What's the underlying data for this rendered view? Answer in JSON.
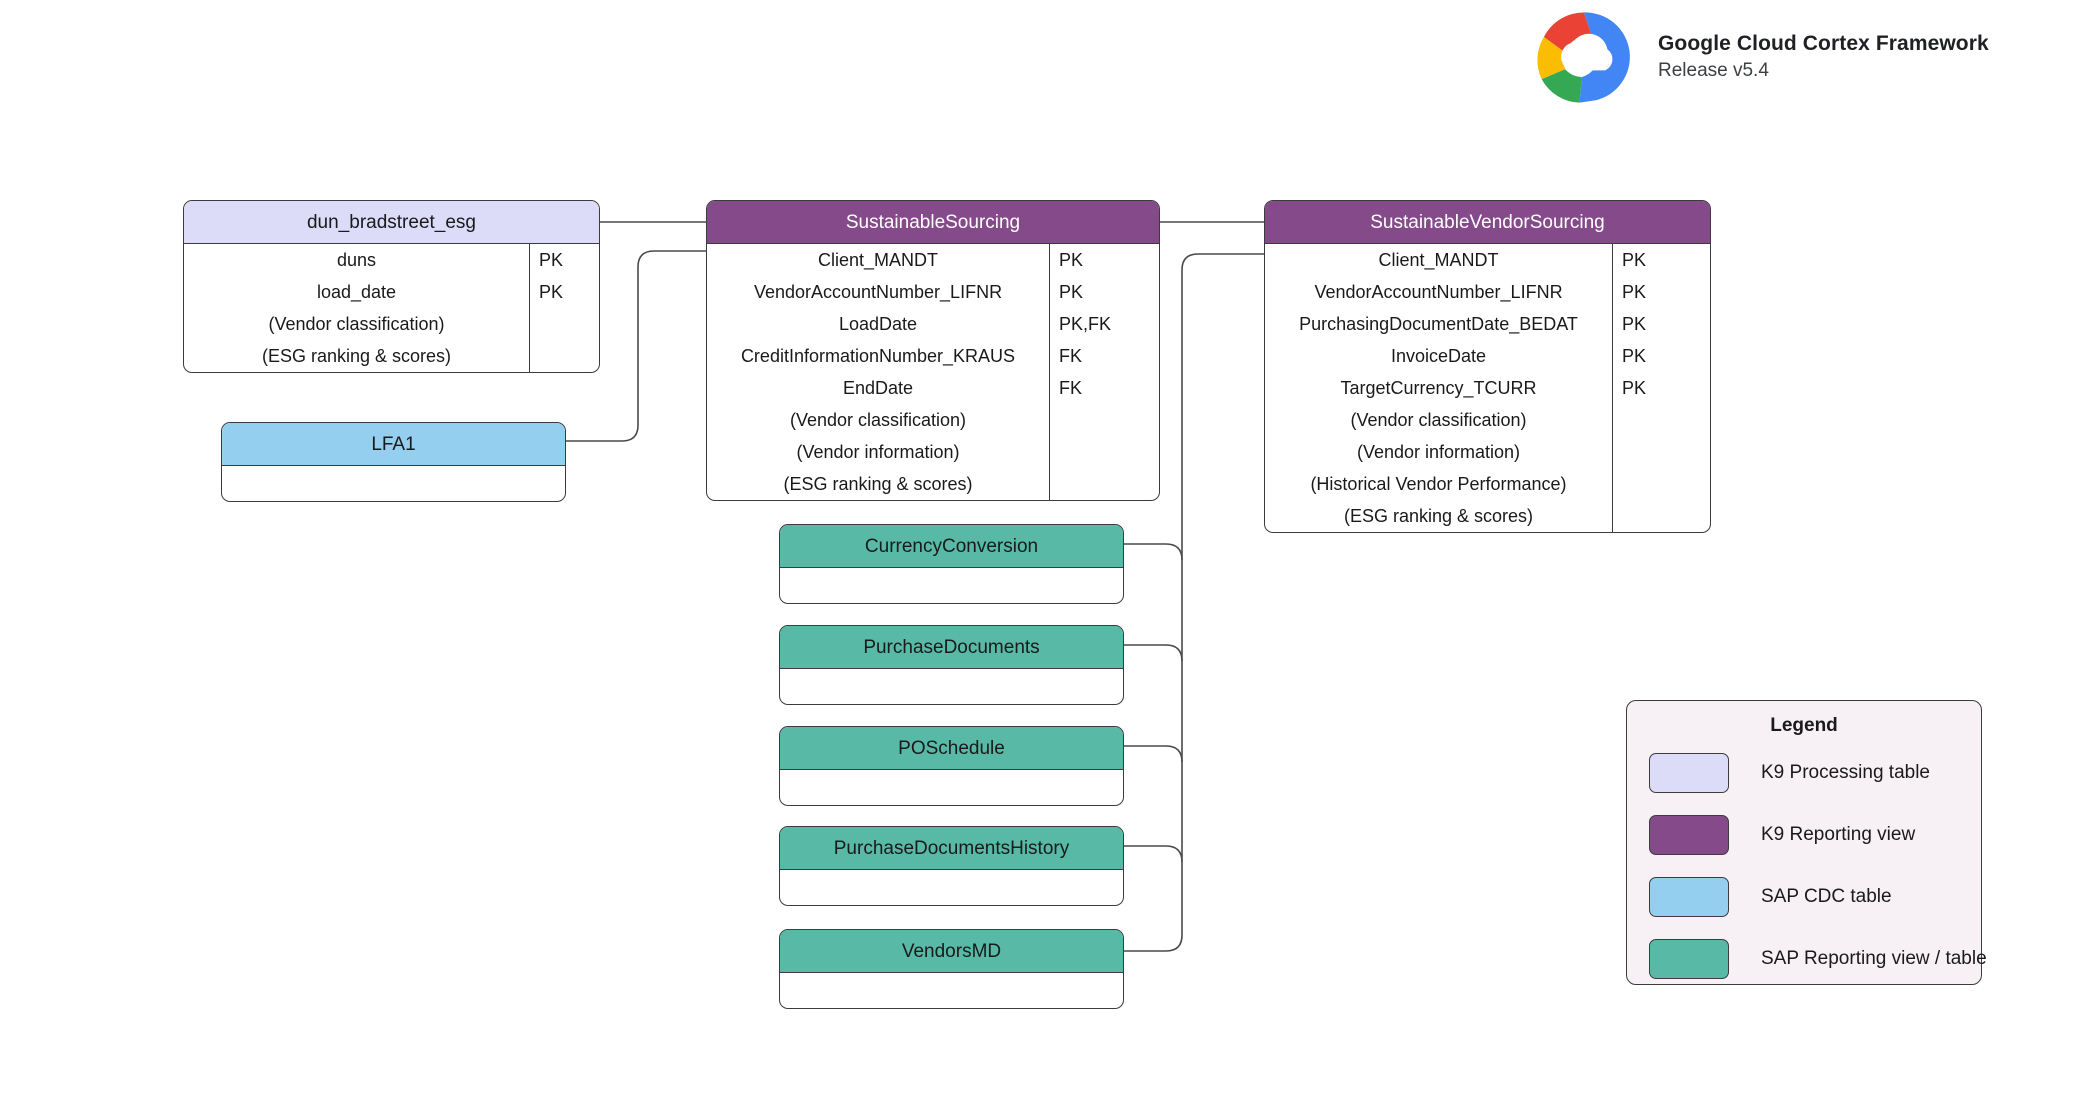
{
  "brand": {
    "title": "Google Cloud Cortex Framework",
    "release": "Release v5.4",
    "logo_colors": {
      "red": "#EA4335",
      "yellow": "#FBBC04",
      "green": "#34A853",
      "blue": "#4285F4"
    }
  },
  "palette": {
    "k9_processing_table": "#dcdcf8",
    "k9_reporting_view": "#854a8a",
    "sap_cdc_table": "#95cff0",
    "sap_reporting_view": "#57b9a6",
    "border": "#3c3c3c",
    "connector": "#4a4a4a",
    "legend_background": "#f7f1f5"
  },
  "entities": [
    {
      "id": "dun_bradstreet_esg",
      "name": "dun_bradstreet_esg",
      "type": "K9 Processing table",
      "attributes": [
        {
          "name": "duns",
          "key": "PK"
        },
        {
          "name": "load_date",
          "key": "PK"
        },
        {
          "name": "(Vendor classification)",
          "key": ""
        },
        {
          "name": "(ESG ranking & scores)",
          "key": ""
        }
      ]
    },
    {
      "id": "sustainable_sourcing",
      "name": "SustainableSourcing",
      "type": "K9 Reporting view",
      "attributes": [
        {
          "name": "Client_MANDT",
          "key": "PK"
        },
        {
          "name": "VendorAccountNumber_LIFNR",
          "key": "PK"
        },
        {
          "name": "LoadDate",
          "key": "PK,FK"
        },
        {
          "name": "CreditInformationNumber_KRAUS",
          "key": "FK"
        },
        {
          "name": "EndDate",
          "key": "FK"
        },
        {
          "name": "(Vendor classification)",
          "key": ""
        },
        {
          "name": "(Vendor information)",
          "key": ""
        },
        {
          "name": "(ESG ranking & scores)",
          "key": ""
        }
      ]
    },
    {
      "id": "sustainable_vendor_sourcing",
      "name": "SustainableVendorSourcing",
      "type": "K9 Reporting view",
      "attributes": [
        {
          "name": "Client_MANDT",
          "key": "PK"
        },
        {
          "name": "VendorAccountNumber_LIFNR",
          "key": "PK"
        },
        {
          "name": "PurchasingDocumentDate_BEDAT",
          "key": "PK"
        },
        {
          "name": "InvoiceDate",
          "key": "PK"
        },
        {
          "name": "TargetCurrency_TCURR",
          "key": "PK"
        },
        {
          "name": "(Vendor classification)",
          "key": ""
        },
        {
          "name": "(Vendor information)",
          "key": ""
        },
        {
          "name": "(Historical Vendor Performance)",
          "key": ""
        },
        {
          "name": "(ESG ranking & scores)",
          "key": ""
        }
      ]
    },
    {
      "id": "lfa1",
      "name": "LFA1",
      "type": "SAP CDC table",
      "attributes": []
    },
    {
      "id": "currency_conversion",
      "name": "CurrencyConversion",
      "type": "SAP Reporting view / table",
      "attributes": []
    },
    {
      "id": "purchase_documents",
      "name": "PurchaseDocuments",
      "type": "SAP Reporting view / table",
      "attributes": []
    },
    {
      "id": "po_schedule",
      "name": "POSchedule",
      "type": "SAP Reporting view / table",
      "attributes": []
    },
    {
      "id": "purchase_documents_history",
      "name": "PurchaseDocumentsHistory",
      "type": "SAP Reporting view / table",
      "attributes": []
    },
    {
      "id": "vendors_md",
      "name": "VendorsMD",
      "type": "SAP Reporting view / table",
      "attributes": []
    }
  ],
  "relationships": [
    {
      "from": "dun_bradstreet_esg",
      "to": "sustainable_sourcing"
    },
    {
      "from": "lfa1",
      "to": "sustainable_sourcing"
    },
    {
      "from": "sustainable_sourcing",
      "to": "sustainable_vendor_sourcing"
    },
    {
      "from": "currency_conversion",
      "to": "sustainable_vendor_sourcing"
    },
    {
      "from": "purchase_documents",
      "to": "sustainable_vendor_sourcing"
    },
    {
      "from": "po_schedule",
      "to": "sustainable_vendor_sourcing"
    },
    {
      "from": "purchase_documents_history",
      "to": "sustainable_vendor_sourcing"
    },
    {
      "from": "vendors_md",
      "to": "sustainable_vendor_sourcing"
    }
  ],
  "legend": {
    "title": "Legend",
    "items": [
      {
        "label": "K9 Processing table",
        "color": "#dcdcf8"
      },
      {
        "label": "K9 Reporting view",
        "color": "#854a8a"
      },
      {
        "label": "SAP CDC table",
        "color": "#95cff0"
      },
      {
        "label": "SAP Reporting view / table",
        "color": "#57b9a6"
      }
    ]
  }
}
